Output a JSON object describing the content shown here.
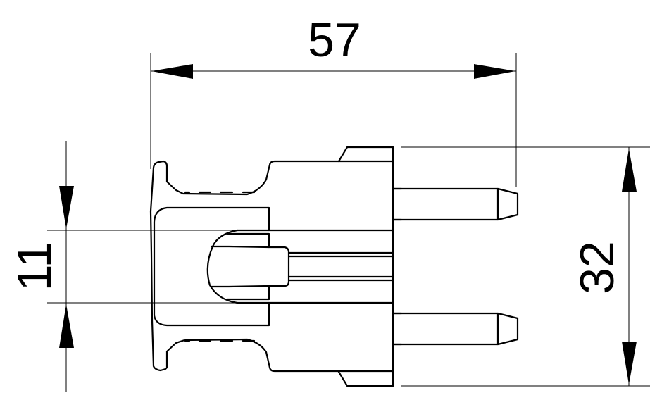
{
  "drawing": {
    "subject": "plug side view",
    "dimensions": {
      "overall_length": {
        "value": "57",
        "orientation": "horizontal"
      },
      "overall_height": {
        "value": "32",
        "orientation": "vertical"
      },
      "center_width": {
        "value": "11",
        "orientation": "vertical"
      }
    },
    "colors": {
      "line": "#000000",
      "background": "#ffffff"
    }
  }
}
